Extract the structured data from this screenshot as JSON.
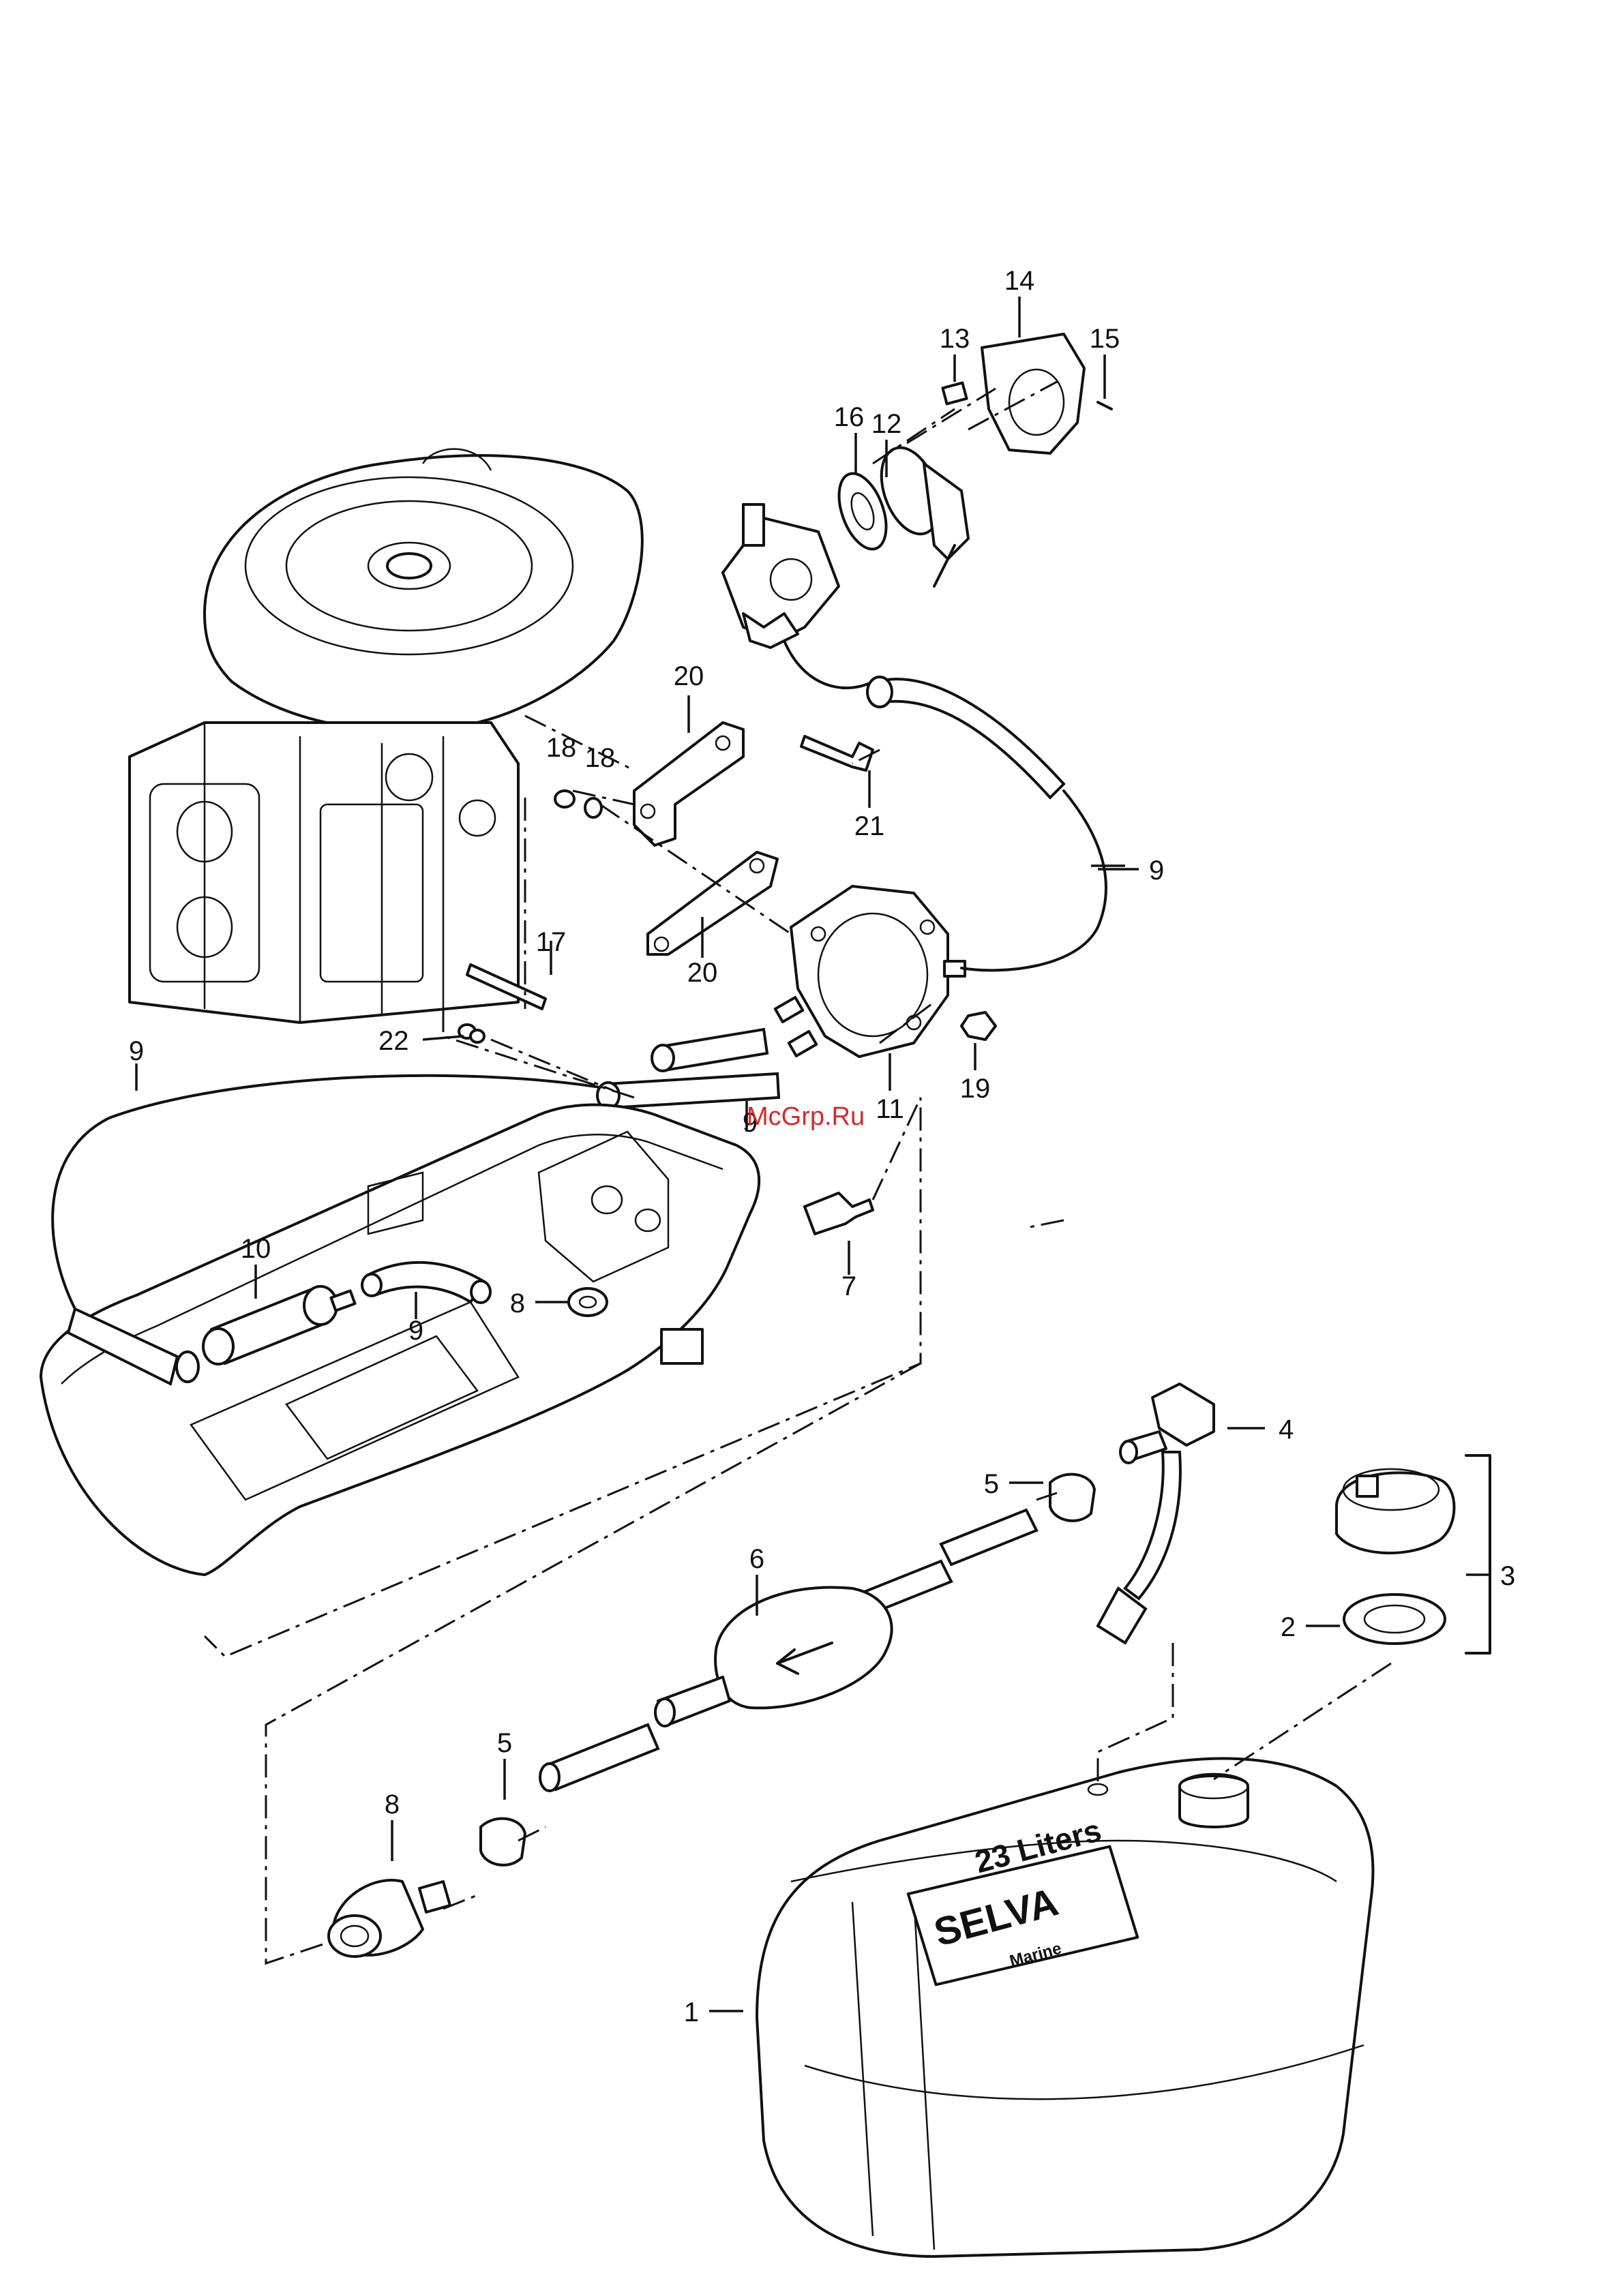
{
  "watermark": "McGrp.Ru",
  "tank": {
    "capacity_text": "23 Liters",
    "brand_text": "SELVA",
    "sub_text": "Marine"
  },
  "callouts": [
    {
      "id": "c1",
      "text": "1"
    },
    {
      "id": "c2",
      "text": "2"
    },
    {
      "id": "c3",
      "text": "3"
    },
    {
      "id": "c4",
      "text": "4"
    },
    {
      "id": "c5a",
      "text": "5"
    },
    {
      "id": "c5b",
      "text": "5"
    },
    {
      "id": "c6",
      "text": "6"
    },
    {
      "id": "c7",
      "text": "7"
    },
    {
      "id": "c8a",
      "text": "8"
    },
    {
      "id": "c8b",
      "text": "8"
    },
    {
      "id": "c9a",
      "text": "9"
    },
    {
      "id": "c9b",
      "text": "9"
    },
    {
      "id": "c9c",
      "text": "9"
    },
    {
      "id": "c9d",
      "text": "9"
    },
    {
      "id": "c10",
      "text": "10"
    },
    {
      "id": "c11",
      "text": "11"
    },
    {
      "id": "c12",
      "text": "12"
    },
    {
      "id": "c13",
      "text": "13"
    },
    {
      "id": "c14",
      "text": "14"
    },
    {
      "id": "c15",
      "text": "15"
    },
    {
      "id": "c16",
      "text": "16"
    },
    {
      "id": "c17",
      "text": "17"
    },
    {
      "id": "c18a",
      "text": "18"
    },
    {
      "id": "c18b",
      "text": "18"
    },
    {
      "id": "c19",
      "text": "19"
    },
    {
      "id": "c20a",
      "text": "20"
    },
    {
      "id": "c20b",
      "text": "20"
    },
    {
      "id": "c21",
      "text": "21"
    },
    {
      "id": "c22",
      "text": "22"
    }
  ]
}
